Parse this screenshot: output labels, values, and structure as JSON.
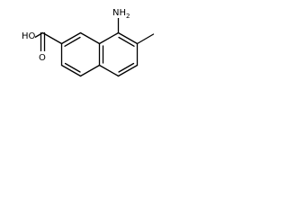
{
  "molecule": {
    "amine_label": "NH",
    "amine_subscript": "2",
    "acid_label": "HO",
    "carbonyl_label": "O"
  }
}
